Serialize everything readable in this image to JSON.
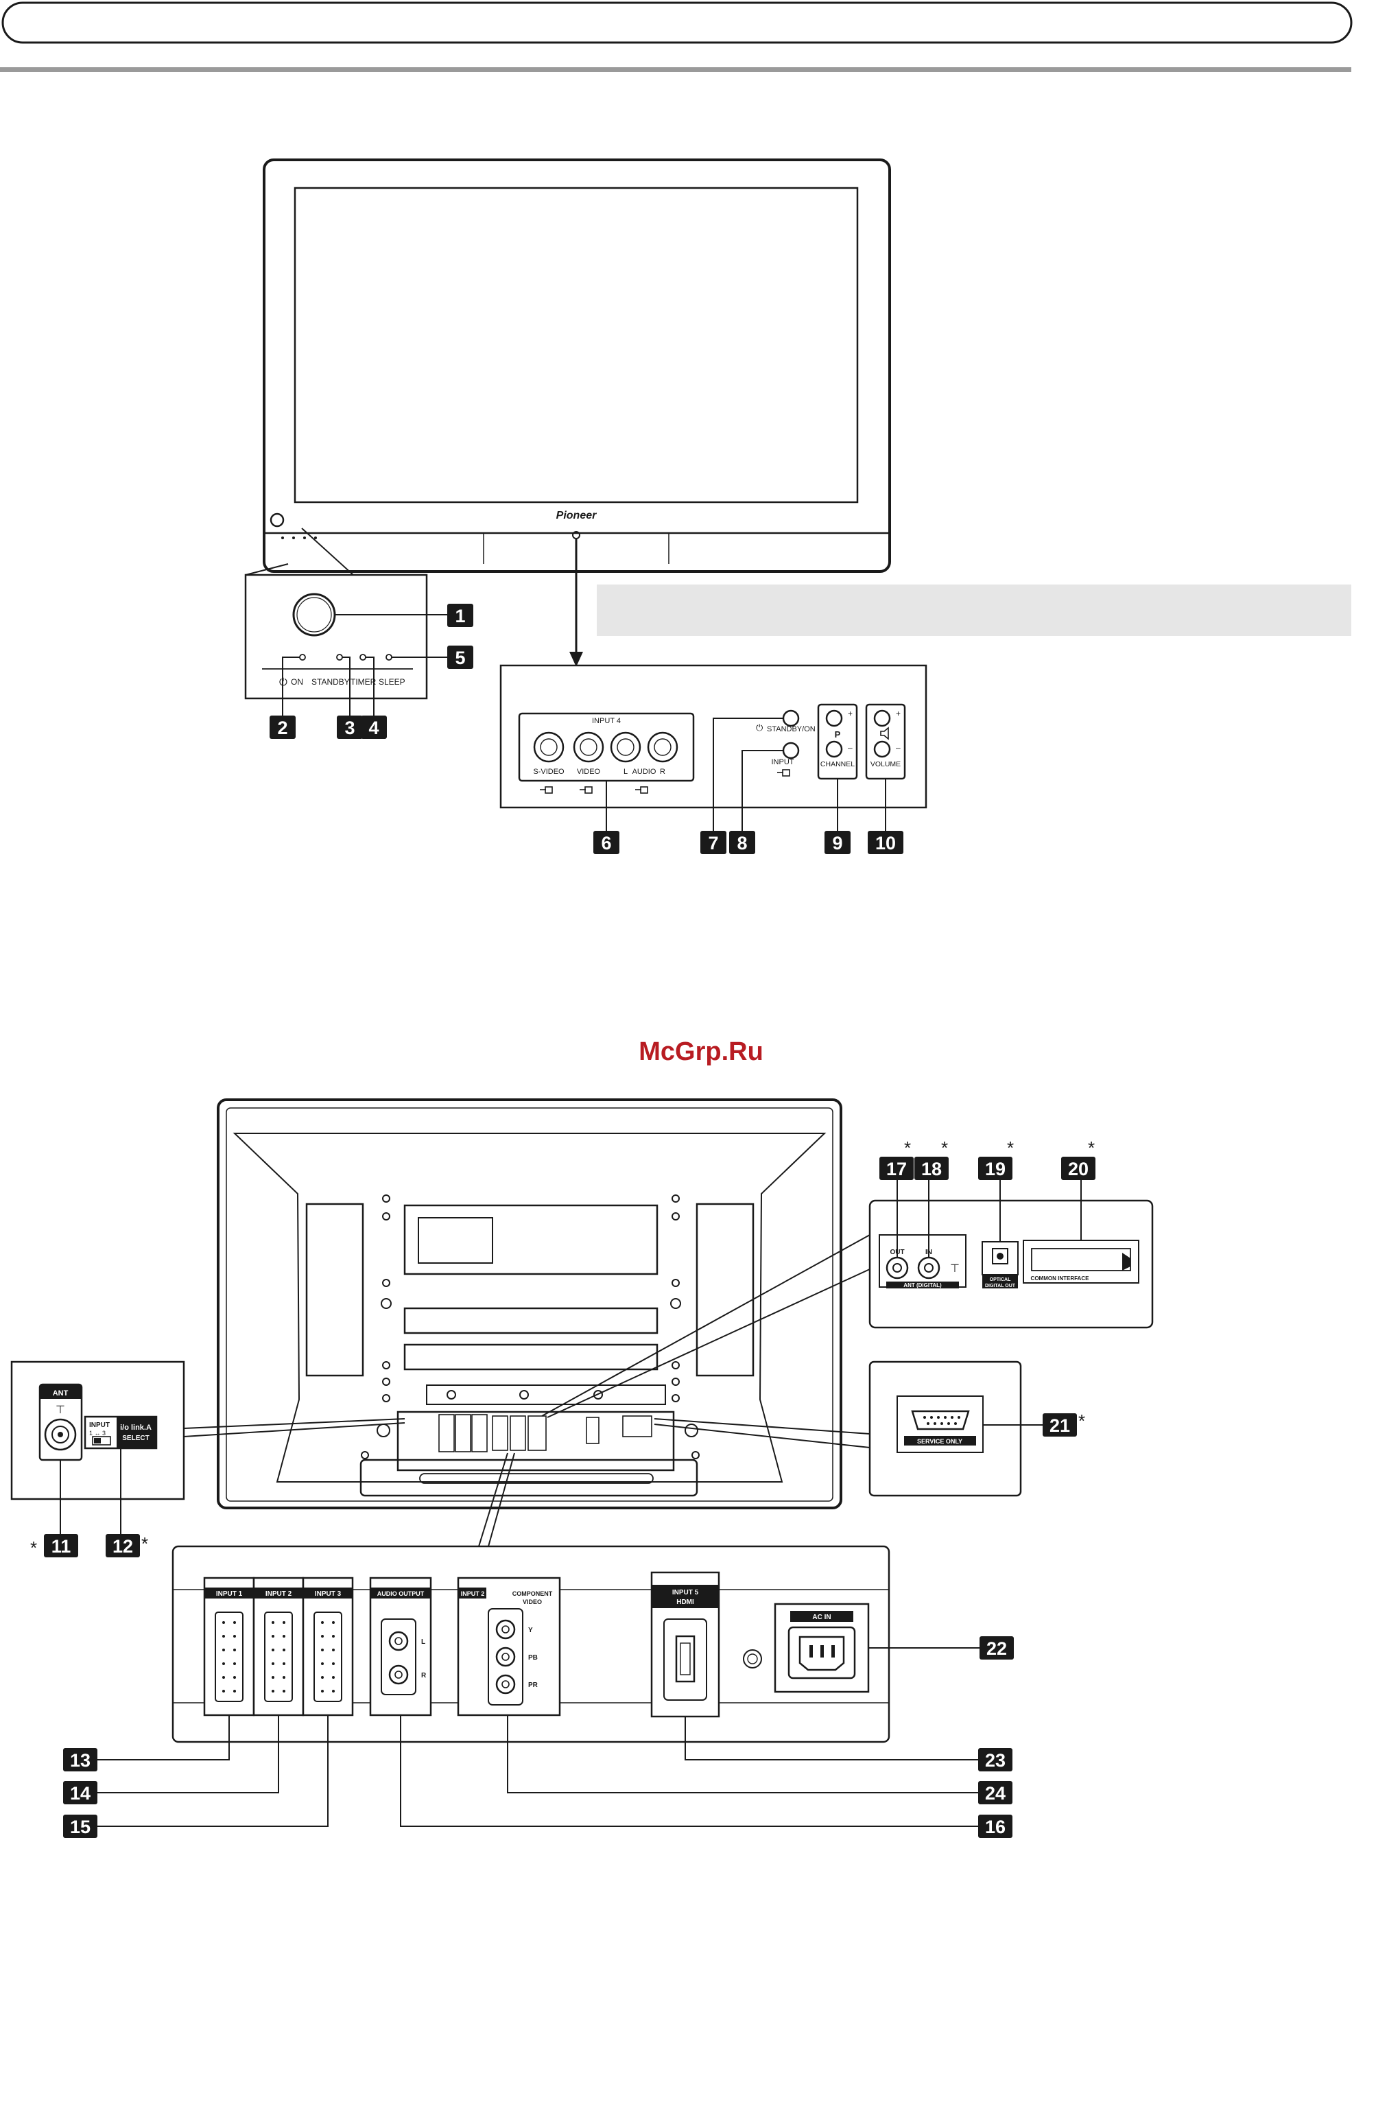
{
  "header": {
    "title_box_text": ""
  },
  "tv_front": {
    "brand": "Pioneer",
    "led_panel": {
      "labels": [
        "ON",
        "STANDBY",
        "TIMER",
        "SLEEP"
      ]
    },
    "side_panel": {
      "input4_title": "INPUT 4",
      "svideo_label": "S-VIDEO",
      "video_label": "VIDEO",
      "audio_l": "L",
      "audio_title": "AUDIO",
      "audio_r": "R",
      "standby_label": "STANDBY/ON",
      "input_label": "INPUT",
      "channel_label": "CHANNEL",
      "channel_p": "P",
      "volume_label": "VOLUME"
    }
  },
  "watermark": "McGrp.Ru",
  "tv_rear": {
    "ant_label": "ANT",
    "input_select_title": "INPUT",
    "input_select_sub": "1 ↔ 3",
    "link_label": "i/o link.A",
    "select_label": "SELECT",
    "antenna_out": "OUT",
    "antenna_in": "IN",
    "antenna_digital": "ANT (DIGITAL)",
    "optical_1": "OPTICAL",
    "optical_2": "DIGITAL OUT",
    "common_interface": "COMMON INTERFACE",
    "service_only": "SERVICE ONLY",
    "scart1": "INPUT 1",
    "scart2": "INPUT 2",
    "scart3": "INPUT 3",
    "audio_output": "AUDIO OUTPUT",
    "audio_out_l": "L",
    "audio_out_r": "R",
    "input2": "INPUT 2",
    "component_1": "COMPONENT",
    "component_2": "VIDEO",
    "comp_y": "Y",
    "comp_pb": "PB",
    "comp_pr": "PR",
    "hdmi_1": "INPUT 5",
    "hdmi_2": "HDMI",
    "ac_in": "AC IN"
  },
  "callouts": [
    "1",
    "2",
    "3",
    "4",
    "5",
    "6",
    "7",
    "8",
    "9",
    "10",
    "11",
    "12",
    "13",
    "14",
    "15",
    "16",
    "17",
    "18",
    "19",
    "20",
    "21",
    "22",
    "23",
    "24"
  ],
  "asterisk": "*",
  "colors": {
    "line": "#1a1a1a",
    "callout_bg": "#1a1a1a",
    "note_bar": "#e6e6e6",
    "watermark": "#b81c22",
    "rule": "#9a9a9a"
  }
}
